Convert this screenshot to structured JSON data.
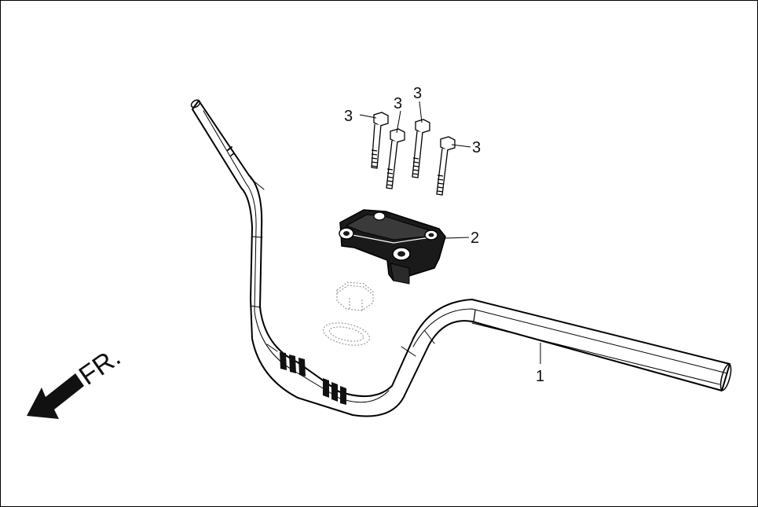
{
  "diagram": {
    "callouts": {
      "handlebar": "1",
      "holder": "2",
      "bolt": "3"
    },
    "front_indicator": "FR."
  }
}
